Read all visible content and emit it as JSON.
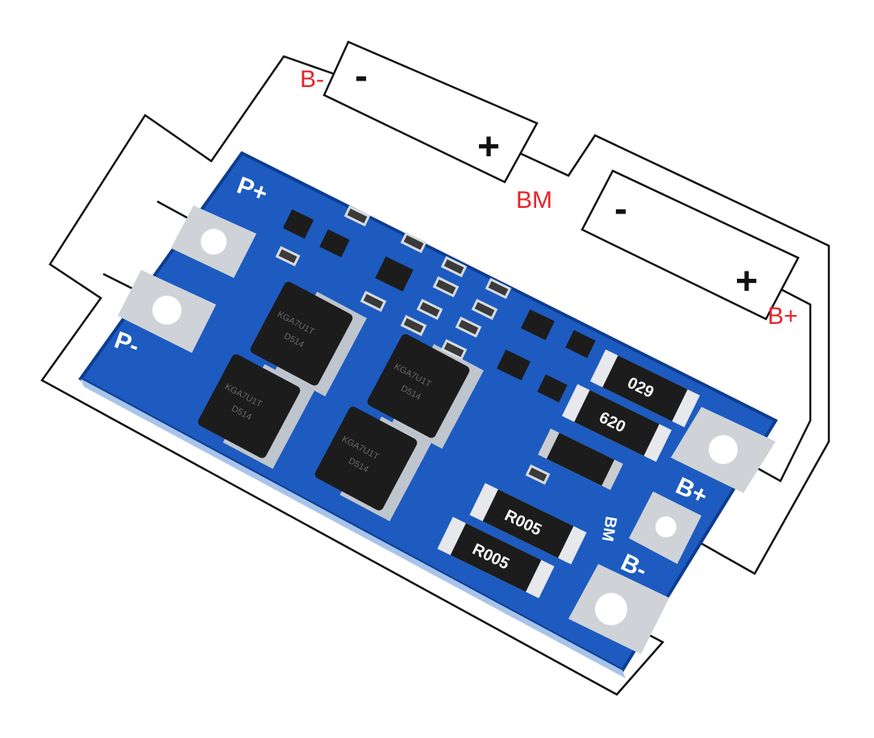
{
  "wiring_labels": {
    "b_minus": "B-",
    "bm": "BM",
    "b_plus": "B+"
  },
  "batteries": [
    {
      "minus": "-",
      "plus": "+"
    },
    {
      "minus": "-",
      "plus": "+"
    }
  ],
  "board_labels": {
    "p_plus": "P+",
    "p_minus": "P-",
    "b_plus": "B+",
    "bm": "BM",
    "b_minus": "B-"
  },
  "resistors": [
    "029",
    "620",
    "R005",
    "R005"
  ],
  "mosfets": [
    {
      "part": "KGA7U1T",
      "code": "D514"
    },
    {
      "part": "KGA7U1T",
      "code": "D514"
    },
    {
      "part": "KGA7U1T",
      "code": "D514"
    },
    {
      "part": "KGA7U1T",
      "code": "D514"
    }
  ],
  "colors": {
    "board": "#1f5fc4",
    "label": "#e8232a",
    "wire": "#111111"
  }
}
